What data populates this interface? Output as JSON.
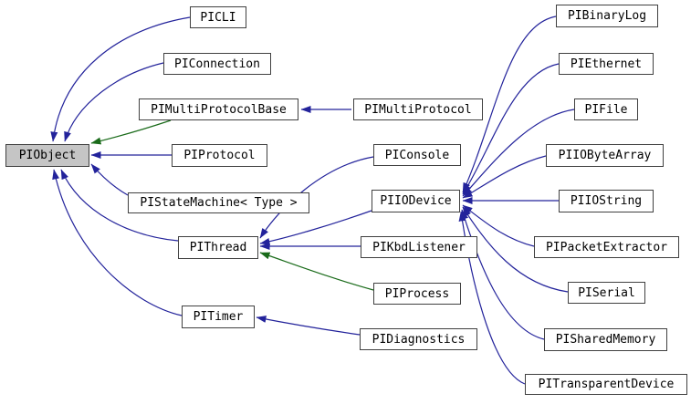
{
  "diagram": {
    "kind": "class-inheritance-graph",
    "root_class": "PIObject"
  },
  "colors": {
    "edge_public": "#23239b",
    "edge_protected": "#1a6b1a",
    "node_border": "#404040",
    "node_fill": "#ffffff",
    "root_fill": "#c5c5c5",
    "text": "#000000",
    "background": "#ffffff"
  },
  "nodes": [
    {
      "id": "piobject",
      "label": "PIObject",
      "highlighted": true
    },
    {
      "id": "picli",
      "label": "PICLI"
    },
    {
      "id": "piconnection",
      "label": "PIConnection"
    },
    {
      "id": "pimultiprotocolbase",
      "label": "PIMultiProtocolBase"
    },
    {
      "id": "piprotocol",
      "label": "PIProtocol"
    },
    {
      "id": "pistatemachine",
      "label": "PIStateMachine< Type >"
    },
    {
      "id": "pithread",
      "label": "PIThread"
    },
    {
      "id": "pitimer",
      "label": "PITimer"
    },
    {
      "id": "pimultiprotocol",
      "label": "PIMultiProtocol"
    },
    {
      "id": "piconsole",
      "label": "PIConsole"
    },
    {
      "id": "piiodevice",
      "label": "PIIODevice"
    },
    {
      "id": "pikbdlistener",
      "label": "PIKbdListener"
    },
    {
      "id": "piprocess",
      "label": "PIProcess"
    },
    {
      "id": "pidiagnostics",
      "label": "PIDiagnostics"
    },
    {
      "id": "pibinarylog",
      "label": "PIBinaryLog"
    },
    {
      "id": "piethernet",
      "label": "PIEthernet"
    },
    {
      "id": "pifile",
      "label": "PIFile"
    },
    {
      "id": "piiobytearray",
      "label": "PIIOByteArray"
    },
    {
      "id": "piiostring",
      "label": "PIIOString"
    },
    {
      "id": "pipacketextractor",
      "label": "PIPacketExtractor"
    },
    {
      "id": "piserial",
      "label": "PISerial"
    },
    {
      "id": "pisharedmemory",
      "label": "PISharedMemory"
    },
    {
      "id": "pitransparentdevice",
      "label": "PITransparentDevice"
    }
  ],
  "edges": [
    {
      "from": "PICLI",
      "to": "PIObject",
      "type": "public"
    },
    {
      "from": "PIConnection",
      "to": "PIObject",
      "type": "public"
    },
    {
      "from": "PIMultiProtocolBase",
      "to": "PIObject",
      "type": "protected"
    },
    {
      "from": "PIProtocol",
      "to": "PIObject",
      "type": "public"
    },
    {
      "from": "PIStateMachine< Type >",
      "to": "PIObject",
      "type": "public"
    },
    {
      "from": "PIThread",
      "to": "PIObject",
      "type": "public"
    },
    {
      "from": "PITimer",
      "to": "PIObject",
      "type": "public"
    },
    {
      "from": "PIMultiProtocol",
      "to": "PIMultiProtocolBase",
      "type": "public"
    },
    {
      "from": "PIConsole",
      "to": "PIThread",
      "type": "public"
    },
    {
      "from": "PIIODevice",
      "to": "PIThread",
      "type": "public"
    },
    {
      "from": "PIKbdListener",
      "to": "PIThread",
      "type": "public"
    },
    {
      "from": "PIProcess",
      "to": "PIThread",
      "type": "protected"
    },
    {
      "from": "PIDiagnostics",
      "to": "PITimer",
      "type": "public"
    },
    {
      "from": "PIBinaryLog",
      "to": "PIIODevice",
      "type": "public"
    },
    {
      "from": "PIEthernet",
      "to": "PIIODevice",
      "type": "public"
    },
    {
      "from": "PIFile",
      "to": "PIIODevice",
      "type": "public"
    },
    {
      "from": "PIIOByteArray",
      "to": "PIIODevice",
      "type": "public"
    },
    {
      "from": "PIIOString",
      "to": "PIIODevice",
      "type": "public"
    },
    {
      "from": "PIPacketExtractor",
      "to": "PIIODevice",
      "type": "public"
    },
    {
      "from": "PISerial",
      "to": "PIIODevice",
      "type": "public"
    },
    {
      "from": "PISharedMemory",
      "to": "PIIODevice",
      "type": "public"
    },
    {
      "from": "PITransparentDevice",
      "to": "PIIODevice",
      "type": "public"
    }
  ]
}
